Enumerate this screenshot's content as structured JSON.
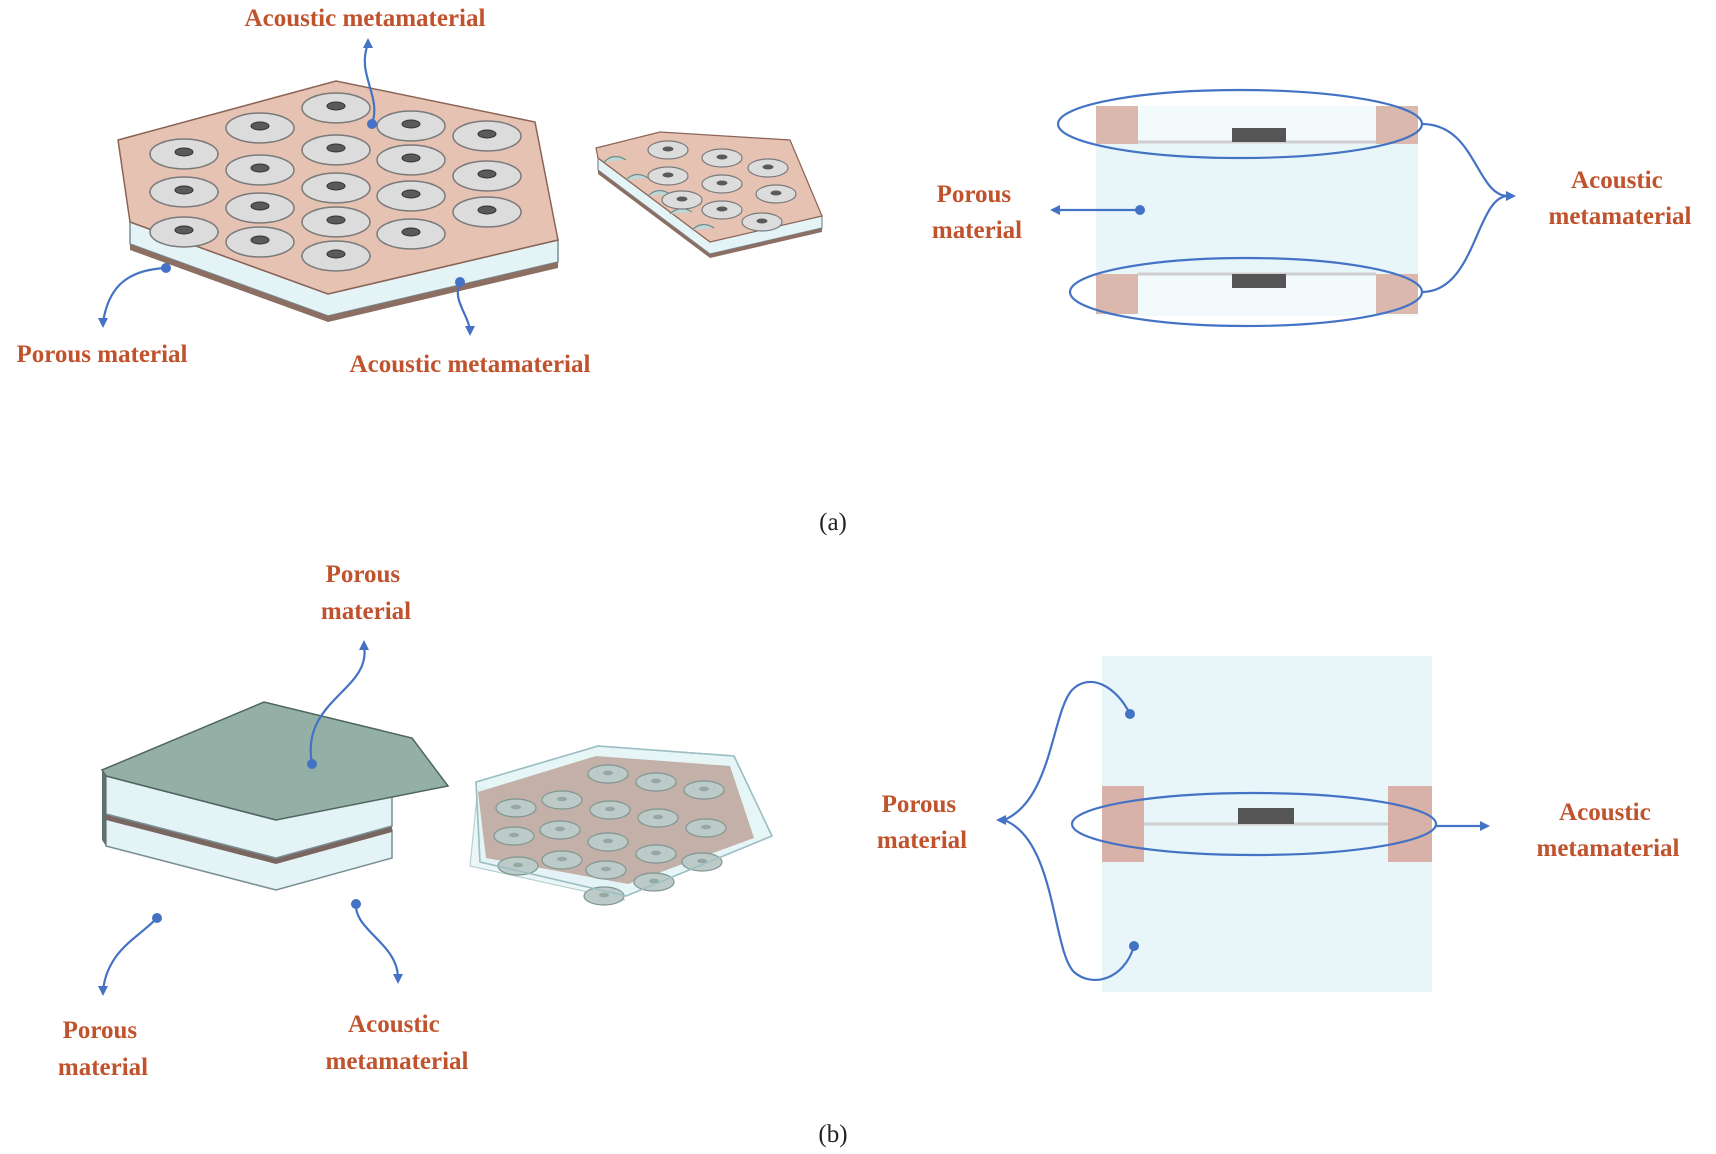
{
  "colors": {
    "label": "#C0532D",
    "leader": "#4472C4",
    "metamaterial": "#E6C2B3",
    "porous": "#E4F4F6",
    "porous_top": "#93AFA6",
    "membrane": "#DEDEDE",
    "mass": "#555555"
  },
  "panel_a": {
    "caption": "(a)",
    "label_top": "Acoustic metamaterial",
    "label_porous_left": "Porous material",
    "label_meta_bottom": "Acoustic metamaterial",
    "label_porous_right": [
      "Porous",
      "material"
    ],
    "label_meta_right": [
      "Acoustic",
      "metamaterial"
    ]
  },
  "panel_b": {
    "caption": "(b)",
    "label_porous_top": [
      "Porous",
      "material"
    ],
    "label_porous_bottom": [
      "Porous",
      "material"
    ],
    "label_meta_bottom": [
      "Acoustic",
      "metamaterial"
    ],
    "label_porous_right": [
      "Porous",
      "material"
    ],
    "label_meta_right": [
      "Acoustic",
      "metamaterial"
    ]
  }
}
